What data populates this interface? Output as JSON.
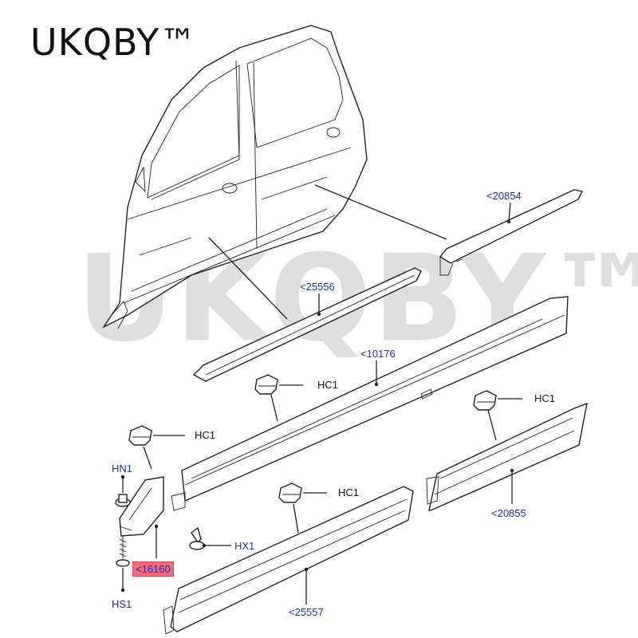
{
  "brand": {
    "text": "UKQBY™"
  },
  "watermark": {
    "text": "UKQBY™"
  },
  "callouts": {
    "c20854": "<20854",
    "c25556": "<25556",
    "c10176": "<10176",
    "c20855": "<20855",
    "c25557": "<25557",
    "c16160": "<16160",
    "hc1_a": "HC1",
    "hc1_b": "HC1",
    "hc1_c": "HC1",
    "hc1_d": "HC1",
    "hn1": "HN1",
    "hx1": "HX1",
    "hs1": "HS1"
  },
  "colors": {
    "callout_blue": "#1b2fb8",
    "highlight_red": "#f26b7e",
    "line": "#222222"
  }
}
